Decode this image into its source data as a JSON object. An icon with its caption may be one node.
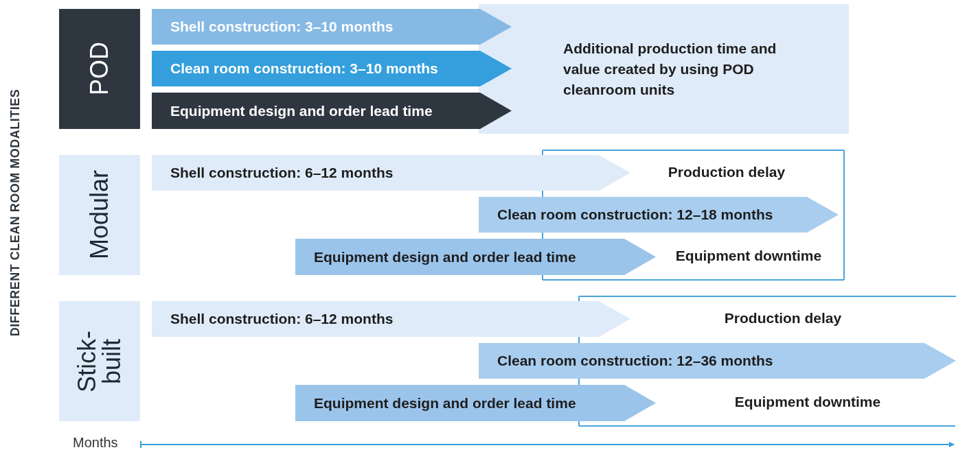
{
  "diagram": {
    "nodes": [
      {
        "text": [
          "POD"
        ]
      },
      {
        "text": [
          "Shell construction: 3–10 months"
        ]
      },
      {
        "text": [
          "Clean room construction: 3–10 months"
        ]
      },
      {
        "text": [
          "Equipment design and order lead time"
        ]
      },
      {
        "text": [
          "Additional production time and value created by using POD cleanroom units"
        ]
      },
      {
        "text": [
          "Modular"
        ]
      },
      {
        "text": [
          "Shell construction: 6–12 months"
        ]
      },
      {
        "text": [
          "Production delay",
          "Equipment downtime"
        ]
      },
      {
        "text": [
          "Clean room construction: 12–18 months"
        ]
      },
      {
        "text": [
          "Equipment design and order lead time"
        ]
      },
      {
        "text": [
          "Stick-built"
        ]
      },
      {
        "text": [
          "Shell construction: 6–12 months"
        ]
      },
      {
        "text": [
          "Production delay",
          "Equipment downtime"
        ]
      },
      {
        "text": [
          "Clean room construction: 12–36 months"
        ]
      },
      {
        "text": [
          "Equipment design and order lead time"
        ]
      }
    ],
    "edges": [],
    "labels": [
      "DIFFERENT CLEAN ROOM MODALITIES",
      "Months"
    ]
  }
}
